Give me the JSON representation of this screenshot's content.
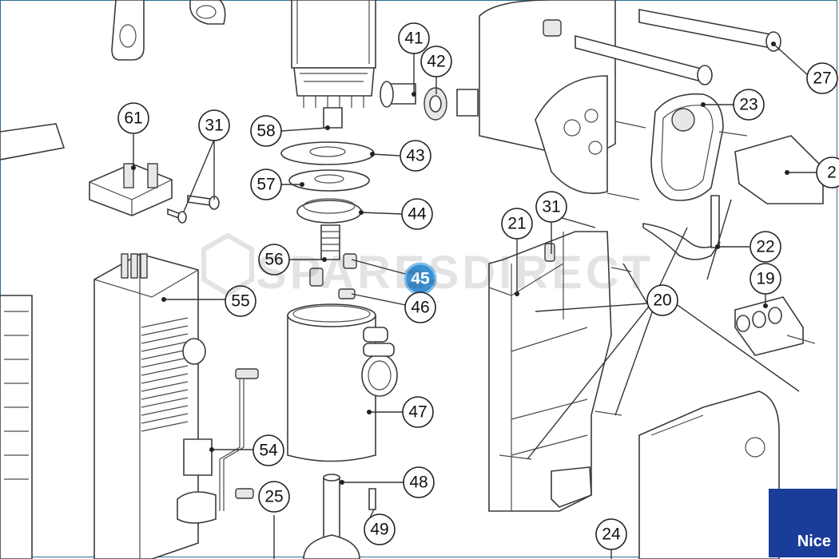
{
  "diagram": {
    "highlighted_part": "45",
    "callouts": [
      "61",
      "31",
      "58",
      "41",
      "42",
      "43",
      "57",
      "44",
      "56",
      "45",
      "46",
      "55",
      "47",
      "54",
      "48",
      "25",
      "49",
      "27",
      "23",
      "2",
      "22",
      "21",
      "31",
      "19",
      "20",
      "24"
    ],
    "watermark_text": "SPARESDIRECT",
    "brand_logo": "Nice",
    "colors": {
      "highlight": "#3c8fd0",
      "brand": "#1b3d9a",
      "line": "#3a3a3a"
    }
  }
}
